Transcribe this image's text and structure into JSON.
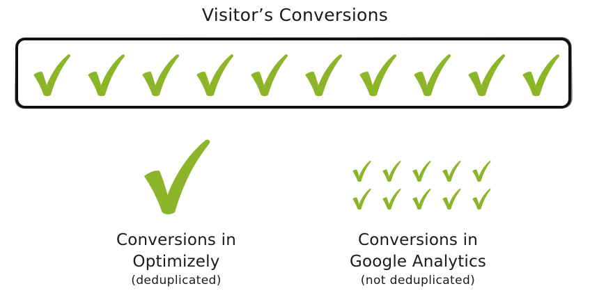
{
  "title": "Visitor’s Conversions",
  "colors": {
    "check_green": "#8db52a",
    "border": "#111111",
    "text": "#1a1a1a"
  },
  "icons": {
    "check": "check-icon"
  },
  "visitor_conversion_count": 10,
  "optimizely": {
    "label_line1": "Conversions in",
    "label_line2": "Optimizely",
    "note": "(deduplicated)",
    "conversion_count": 1
  },
  "google_analytics": {
    "label_line1": "Conversions in",
    "label_line2": "Google Analytics",
    "note": "(not deduplicated)",
    "conversion_count": 10
  }
}
